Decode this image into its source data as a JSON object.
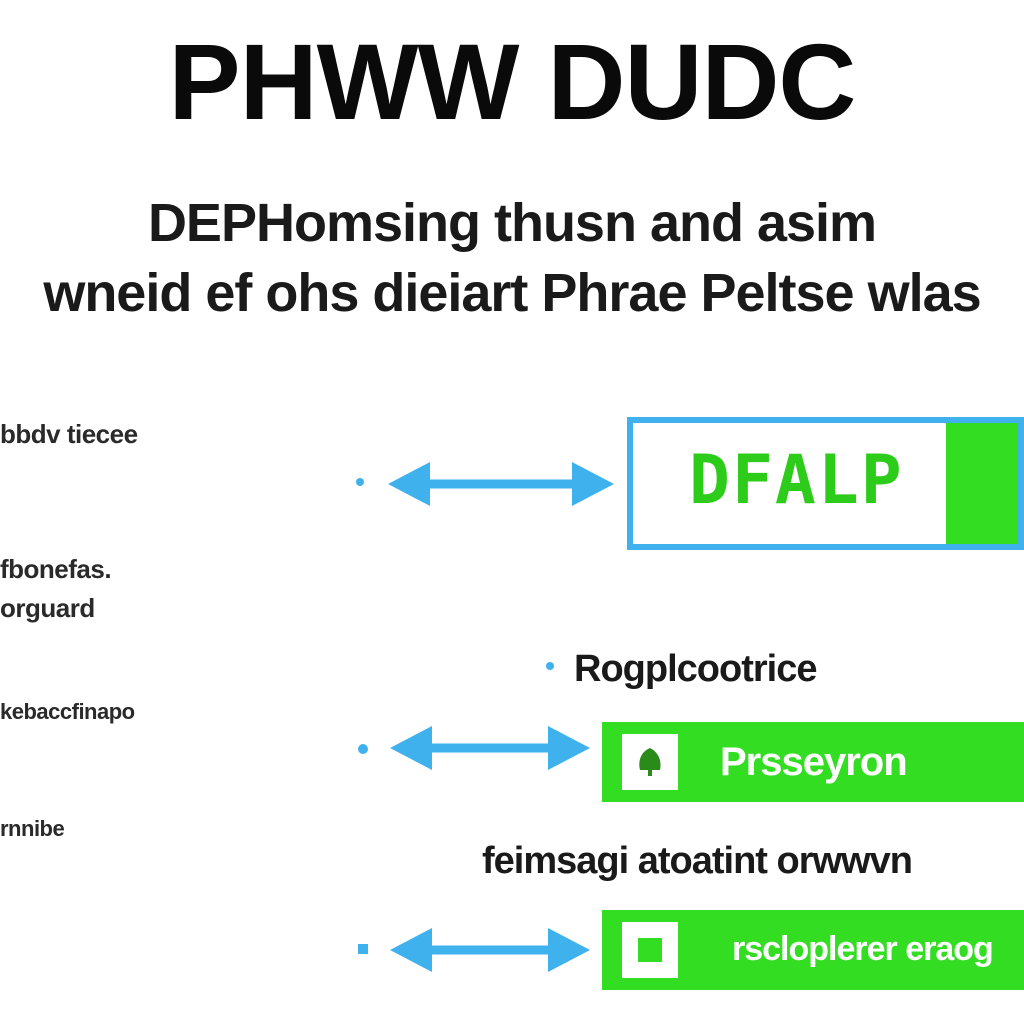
{
  "title": "PHWW DUDC",
  "subtitle": {
    "line1": "DEPHomsing thusn and asim",
    "line2": "wneid ef ohs dieiart Phrae Peltse wlas"
  },
  "left_labels": [
    {
      "text": "bbdv tiecee"
    },
    {
      "text": "fbonefas."
    },
    {
      "text": "orguard"
    },
    {
      "text": "kebaccfinapo"
    },
    {
      "text": "rnnibe"
    }
  ],
  "mid_labels": [
    {
      "text": "Rogplcootrice"
    },
    {
      "text": "feimsagi atoatint orwwvn"
    }
  ],
  "boxes": [
    {
      "text": "DFALP"
    },
    {
      "text": "Prsseyron"
    },
    {
      "text": "rscloplerer eraog"
    }
  ],
  "colors": {
    "accent_blue": "#3fb2ee",
    "accent_green": "#33dd22",
    "text_dark": "#111111"
  },
  "icons": [
    "double-arrow-icon",
    "leaf-icon",
    "square-icon"
  ]
}
